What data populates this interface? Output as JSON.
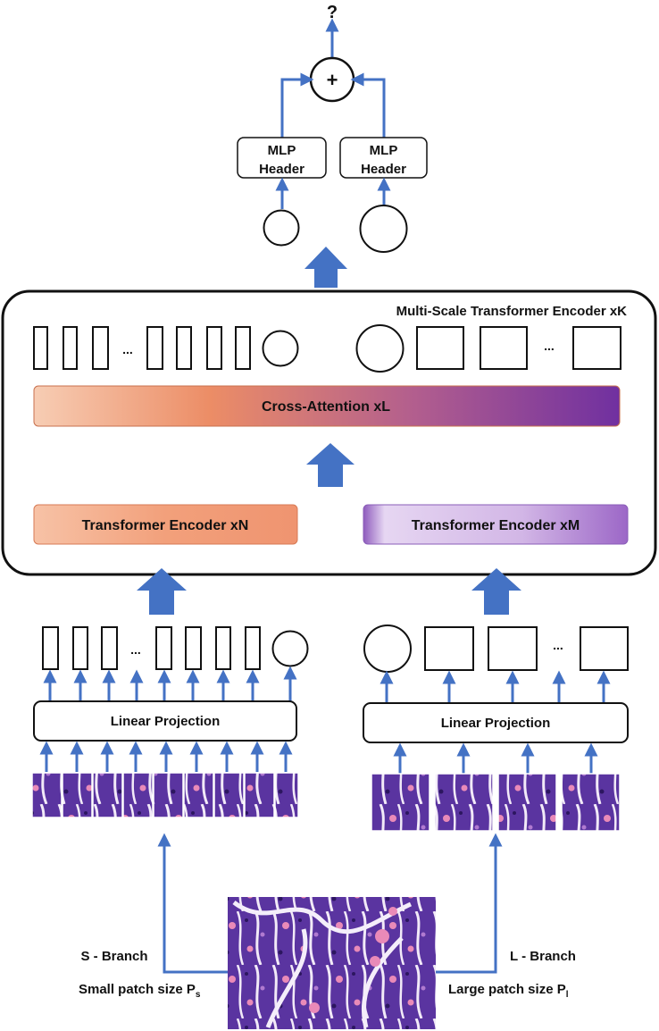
{
  "output": {
    "symbol": "?"
  },
  "fusion": {
    "symbol": "+"
  },
  "mlp_headers": [
    {
      "line1": "MLP",
      "line2": "Header"
    },
    {
      "line1": "MLP",
      "line2": "Header"
    }
  ],
  "encoder_block": {
    "title": "Multi-Scale Transformer Encoder xK",
    "cross_attention": "Cross-Attention xL",
    "transformer_s": "Transformer Encoder xN",
    "transformer_l": "Transformer Encoder xM",
    "ellipsis": "..."
  },
  "s_branch": {
    "linear_projection": "Linear Projection",
    "ellipsis": "...",
    "branch_label": "S - Branch",
    "patch_label": "Small patch size P",
    "patch_subscript": "s"
  },
  "l_branch": {
    "linear_projection": "Linear Projection",
    "ellipsis": "...",
    "branch_label": "L - Branch",
    "patch_label": "Large patch size P",
    "patch_subscript": "l"
  },
  "colors": {
    "arrow": "#4472c4",
    "cross_attention_start": "#f7cdb4",
    "cross_attention_mid": "#ec8d66",
    "cross_attention_end": "#7030a0",
    "transformer_s": "#f2a07b",
    "transformer_l_start": "#e3d0f0",
    "transformer_l_end": "#9c67c7",
    "tissue_dark": "#4b2a8a",
    "tissue_light": "#c890d8"
  }
}
